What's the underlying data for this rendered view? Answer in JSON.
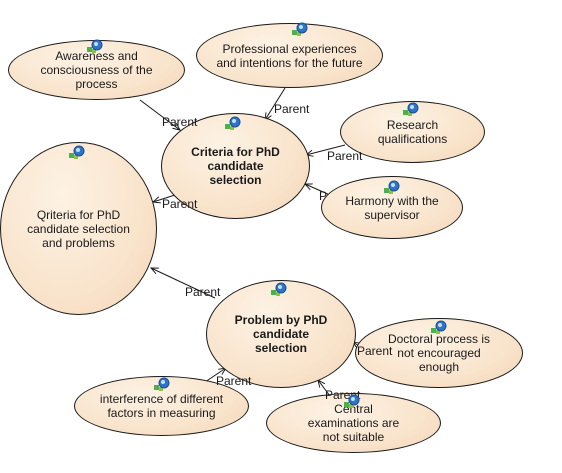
{
  "diagram": {
    "nodes": {
      "main": "Qriteria for PhD candidate selection and problems",
      "criteria": "Criteria for PhD candidate selection",
      "problem": "Problem by PhD candidate selection",
      "awareness": "Awareness and consciousness of the process",
      "professional": "Professional experiences and intentions for the future",
      "research": "Research qualifications",
      "harmony": "Harmony with the supervisor",
      "doctoral": "Doctoral process is not encouraged enough",
      "central": "Central examinations are not suitable",
      "interference": "interference of different factors in measuring"
    },
    "edge_label": "Parent",
    "edge_labels": {
      "awareness": "Parent",
      "professional": "Parent",
      "research": "Parent",
      "harmony": "P",
      "criteria": "Parent",
      "problem": "Parent",
      "doctoral": "Parent",
      "central": "Parent",
      "interference": "Parent"
    },
    "colors": {
      "node_fill": "#f9e4cc",
      "outline": "#1a1a1a",
      "icon_blue": "#2f74c9",
      "icon_green": "#4caf50"
    },
    "icon": "concept-node-icon"
  }
}
